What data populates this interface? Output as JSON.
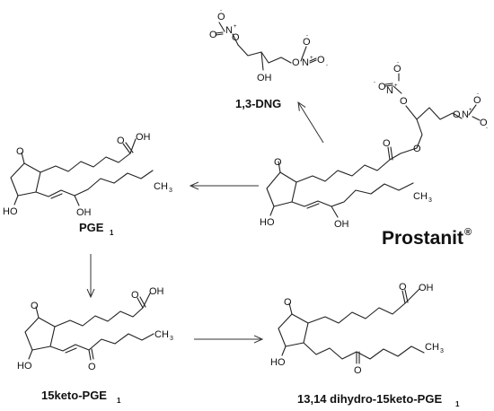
{
  "atoms": {
    "o": "O",
    "oh": "OH",
    "ho": "HO",
    "n": "N",
    "ch3": "CH",
    "three": "3",
    "minus": "-",
    "plus": "+"
  },
  "compounds": {
    "dng": "1,3-DNG",
    "pge1": "PGE",
    "pge1_sub": "1",
    "keto": "15keto-PGE",
    "keto_sub": "1",
    "dihydro": "13,14 dihydro-15keto-PGE",
    "dihydro_sub": "1"
  },
  "title": {
    "text": "Prostanit",
    "mark": "®"
  }
}
